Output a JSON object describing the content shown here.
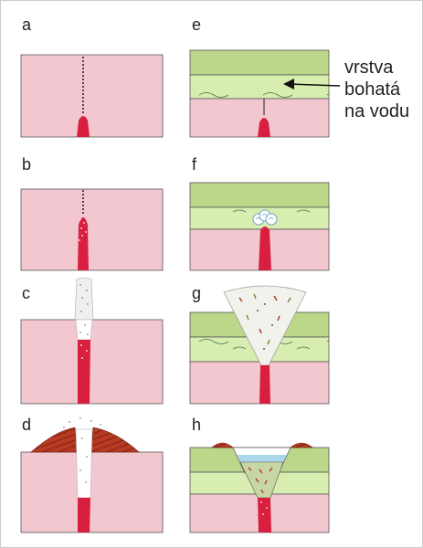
{
  "panels": {
    "a": {
      "label": "a"
    },
    "b": {
      "label": "b"
    },
    "c": {
      "label": "c"
    },
    "d": {
      "label": "d"
    },
    "e": {
      "label": "e"
    },
    "f": {
      "label": "f"
    },
    "g": {
      "label": "g"
    },
    "h": {
      "label": "h"
    }
  },
  "callout": {
    "line1": "vrstva",
    "line2": "bohatá",
    "line3": "na vodu"
  },
  "colors": {
    "bedrock": "#f3c7cf",
    "water_layer": "#d8eeb0",
    "cap_layer": "#bcd68a",
    "magma": "#d81f3f",
    "ejecta": "#a8301a",
    "lake": "#a9d8ea",
    "outline": "#3a3a3a"
  }
}
